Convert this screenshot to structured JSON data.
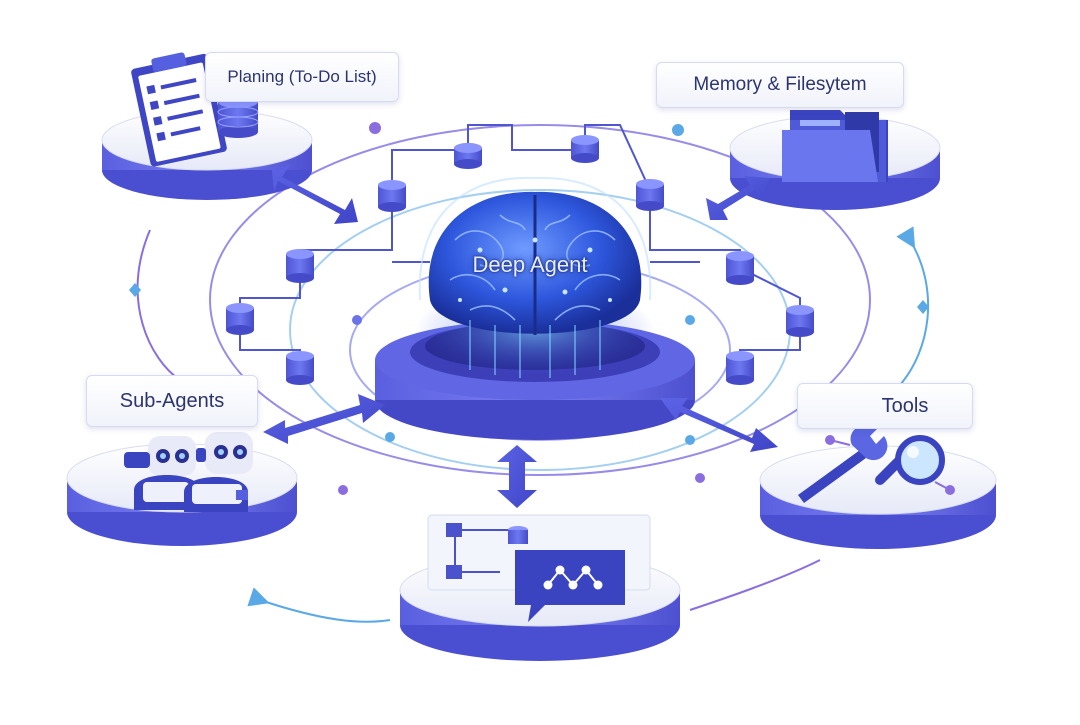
{
  "center": {
    "title": "Deep Agent"
  },
  "nodes": {
    "planning": {
      "label": "Planing (To-Do List)",
      "icon": "clipboard-checklist-icon"
    },
    "memory": {
      "label": "Memory & Filesytem",
      "icon": "folder-icon"
    },
    "subagents": {
      "label": "Sub-Agents",
      "icon": "robot-icon"
    },
    "tools": {
      "label": "Tools",
      "icon": "wrench-magnifier-icon"
    },
    "workflow": {
      "label": "",
      "icon": "chat-workflow-icon"
    }
  },
  "colors": {
    "primary": "#4a57d6",
    "secondary": "#7b6ee6",
    "accent": "#5fb9e8",
    "disc_top": "#eef0fa",
    "brain": "#2f58e0"
  }
}
